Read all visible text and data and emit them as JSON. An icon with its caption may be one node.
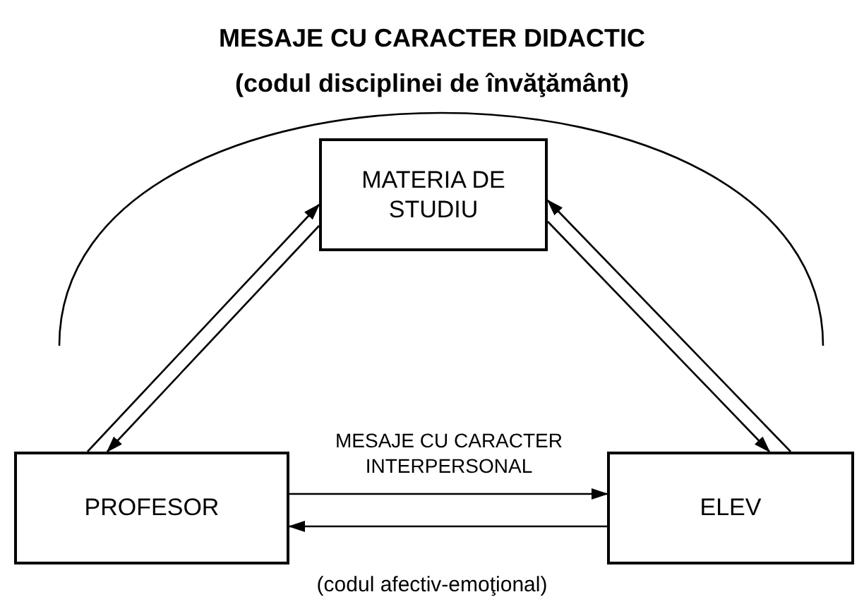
{
  "diagram": {
    "nodes": [
      {
        "text": [
          "MATERIA DE STUDIU"
        ]
      },
      {
        "text": [
          "PROFESOR"
        ]
      },
      {
        "text": [
          "ELEV"
        ]
      }
    ],
    "edges": [
      {
        "from": 1,
        "to": 0,
        "arrow": "to"
      },
      {
        "from": 0,
        "to": 1,
        "arrow": "to"
      },
      {
        "from": 2,
        "to": 0,
        "arrow": "to"
      },
      {
        "from": 0,
        "to": 2,
        "arrow": "to"
      },
      {
        "from": 1,
        "to": 2,
        "arrow": "to",
        "label": "MESAJE CU CARACTER INTERPERSONAL"
      },
      {
        "from": 2,
        "to": 1,
        "arrow": "to"
      }
    ],
    "labels": [
      "MESAJE CU CARACTER DIDACTIC",
      "(codul disciplinei de învăţământ)",
      "(codul afectiv-emoţional)"
    ]
  }
}
